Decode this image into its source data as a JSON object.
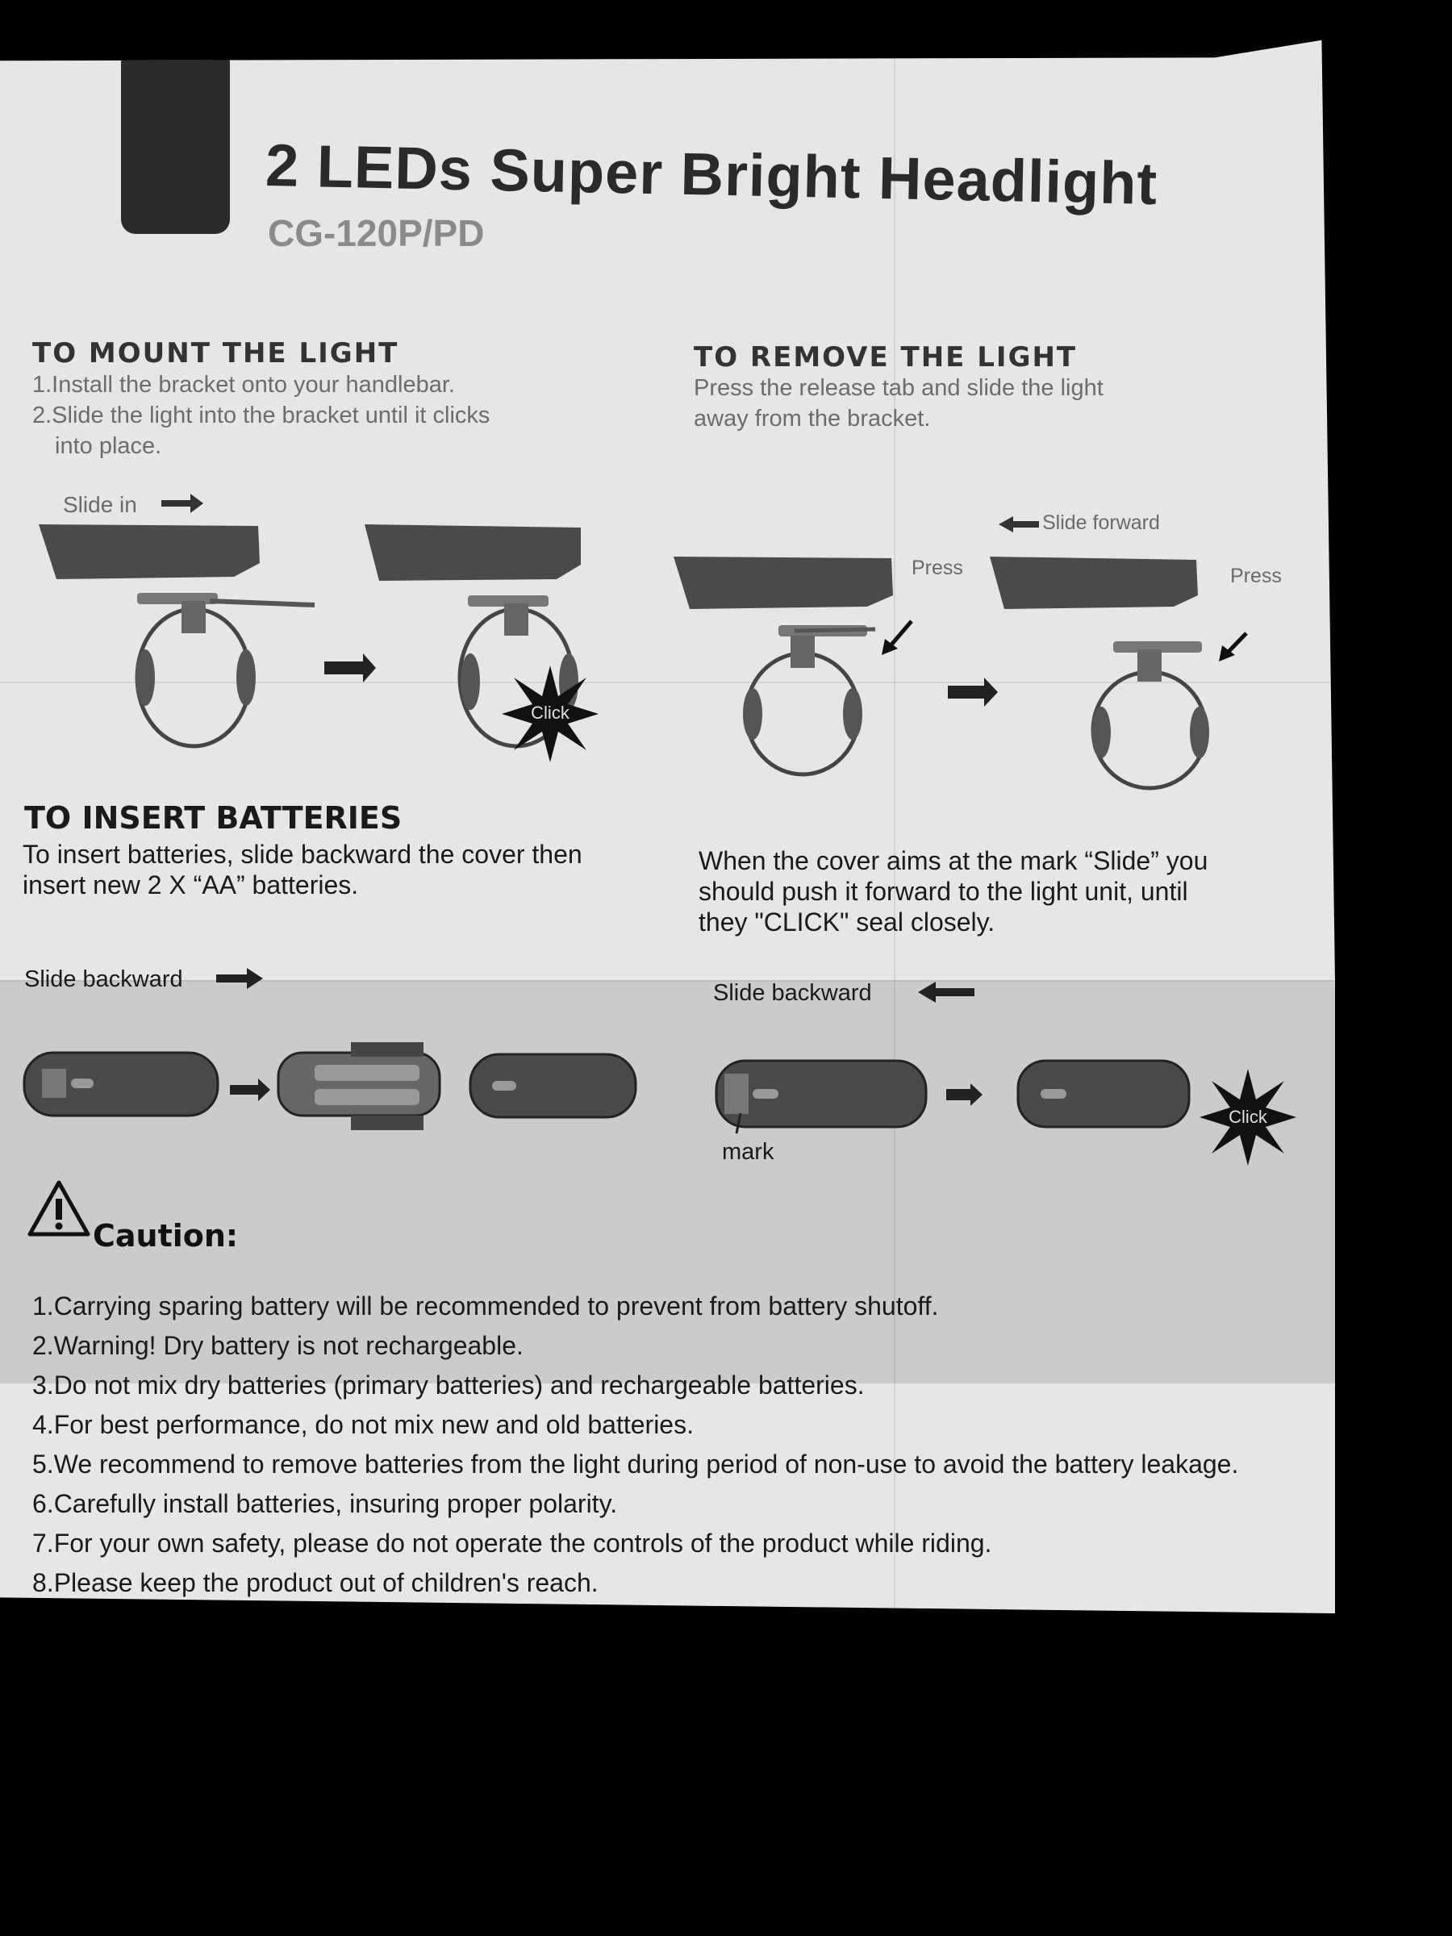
{
  "header": {
    "title": "2 LEDs Super Bright Headlight",
    "model": "CG-120P/PD"
  },
  "mount": {
    "heading": "TO MOUNT THE LIGHT",
    "steps": [
      "1.Install the bracket onto your handlebar.",
      "2.Slide the light into the bracket until it clicks",
      "into place."
    ],
    "slide_in_label": "Slide in",
    "click_label": "Click"
  },
  "remove": {
    "heading": "TO REMOVE THE LIGHT",
    "lines": [
      "Press the release tab and slide the light",
      "away from the bracket."
    ],
    "slide_forward_label": "Slide forward",
    "press_label_1": "Press",
    "press_label_2": "Press"
  },
  "batteries": {
    "heading": "TO INSERT BATTERIES",
    "left_text": [
      "To insert batteries, slide backward the cover then",
      "insert new 2 X “AA” batteries."
    ],
    "right_text": [
      "When the cover aims at the mark “Slide” you",
      "should push it forward to the light unit, until",
      "they \"CLICK\" seal closely."
    ],
    "slide_backward_left": "Slide backward",
    "slide_backward_right": "Slide backward",
    "mark_label": "mark",
    "click_label": "Click"
  },
  "caution": {
    "title": "Caution:",
    "items": [
      "1.Carrying sparing battery will be recommended to prevent from battery shutoff.",
      "2.Warning! Dry battery is not rechargeable.",
      "3.Do not mix dry batteries (primary batteries) and rechargeable batteries.",
      "4.For best performance, do not mix new and old batteries.",
      "5.We recommend to remove batteries from the light during period of non-use to avoid the battery leakage.",
      "6.Carefully install batteries, insuring proper polarity.",
      "7.For your own safety, please do not operate the controls of the product while riding.",
      "8.Please keep the product out of children's reach."
    ]
  }
}
